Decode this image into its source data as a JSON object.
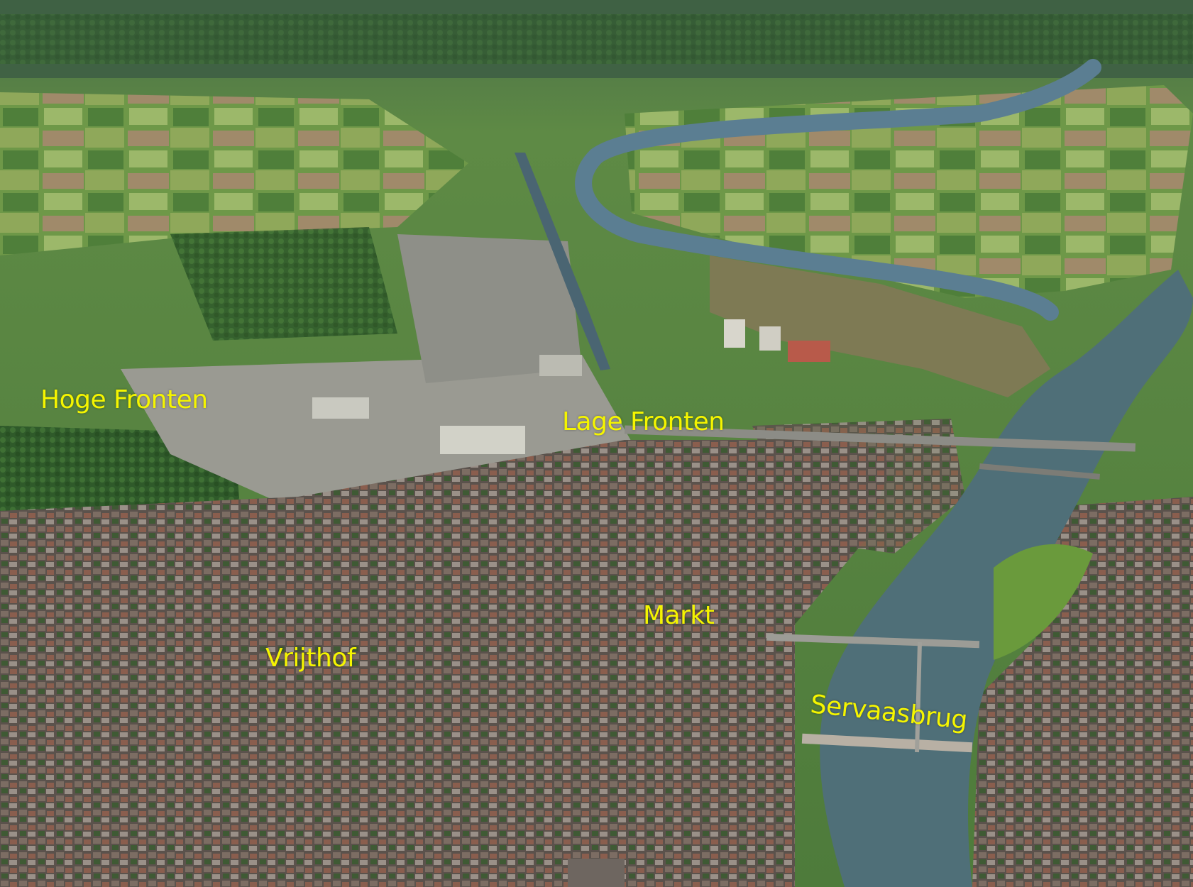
{
  "labels": {
    "hoge_fronten": "Hoge Fronten",
    "lage_fronten": "Lage Fronten",
    "markt": "Markt",
    "vrijthof": "Vrijthof",
    "servaasbrug": "Servaasbrug"
  },
  "colors": {
    "label_text": "#f5f500",
    "river": "#4f6f78",
    "city": "#6a5a55",
    "fields": "#5e8a3c",
    "far_fields": "#3f6a34"
  }
}
